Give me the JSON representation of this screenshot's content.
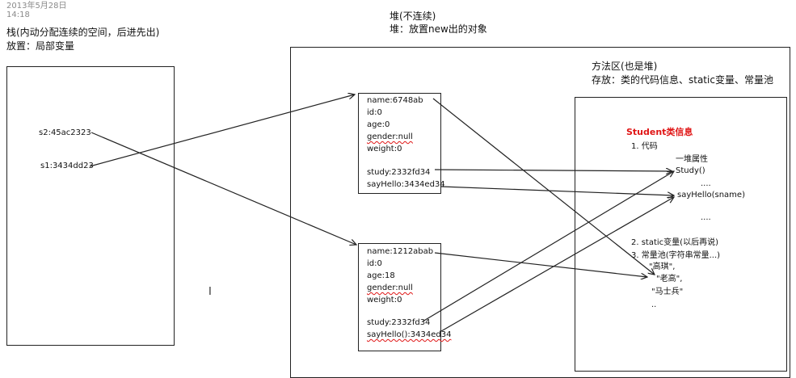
{
  "meta": {
    "date": "2013年5月28日",
    "time": "14:18"
  },
  "stack": {
    "title": "栈(内动分配连续的空间，后进先出)",
    "subtitle": "放置：局部变量",
    "vars": [
      "s2:45ac2323",
      "s1:3434dd23"
    ]
  },
  "heap": {
    "title": "堆(不连续)",
    "subtitle": "堆：放置new出的对象"
  },
  "method_area": {
    "title": "方法区(也是堆)",
    "subtitle": "存放：类的代码信息、static变量、常量池"
  },
  "objects": [
    {
      "lines": [
        "name:6748ab",
        "id:0",
        "age:0",
        "gender:null",
        "weight:0",
        "",
        "study:2332fd34",
        "sayHello:3434ed34"
      ]
    },
    {
      "lines": [
        "name:1212abab",
        "id:0",
        "age:18",
        "gender:null",
        "weight:0",
        "",
        "study:2332fd34",
        "sayHello():3434ed34"
      ]
    }
  ],
  "class_info": {
    "title": "Student类信息",
    "item1": "1.    代码",
    "code_lines": [
      "一堆属性",
      "Study()",
      "....",
      "sayHello(sname)",
      "...."
    ],
    "item2": "2.    static变量(以后再说)",
    "item3": "3.    常量池(字符串常量...)",
    "pool": [
      "\"高琪\",",
      "\"老高\",",
      "\"马士兵\"",
      ".."
    ]
  },
  "colors": {
    "accent_red": "#e01515",
    "line": "#222222"
  }
}
